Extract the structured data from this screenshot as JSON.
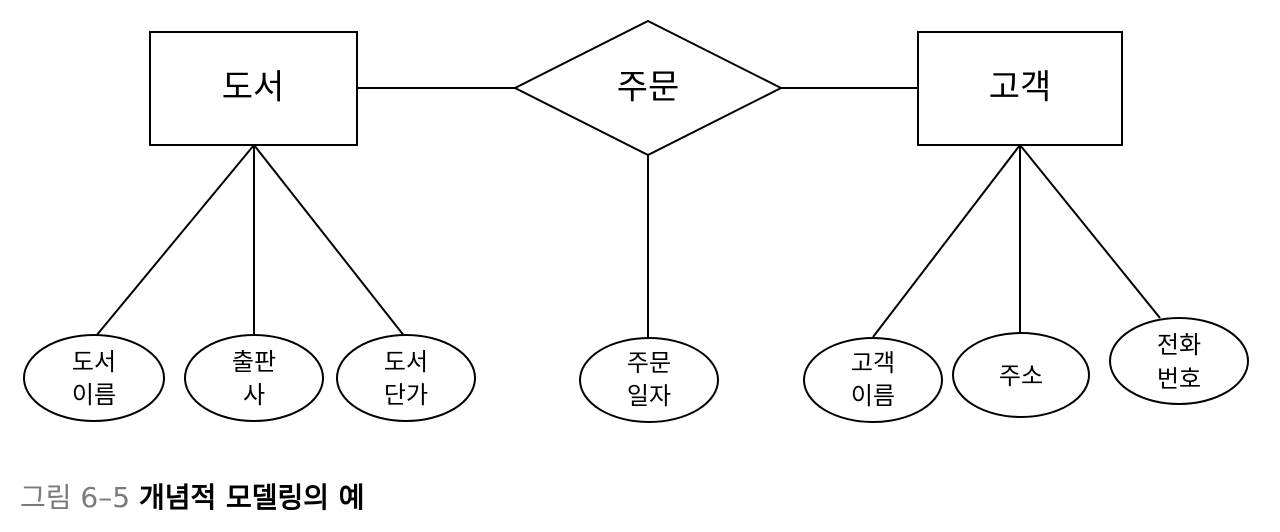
{
  "diagram": {
    "type": "ER diagram",
    "entities": [
      {
        "id": "book",
        "label": "도서"
      },
      {
        "id": "customer",
        "label": "고객"
      }
    ],
    "relationships": [
      {
        "id": "order",
        "label": "주문",
        "connects": [
          "book",
          "customer"
        ]
      }
    ],
    "attributes": [
      {
        "id": "book-name",
        "owner": "book",
        "lines": [
          "도서",
          "이름"
        ]
      },
      {
        "id": "publisher",
        "owner": "book",
        "lines": [
          "출판",
          "사"
        ]
      },
      {
        "id": "book-price",
        "owner": "book",
        "lines": [
          "도서",
          "단가"
        ]
      },
      {
        "id": "order-date",
        "owner": "order",
        "lines": [
          "주문",
          "일자"
        ]
      },
      {
        "id": "customer-name",
        "owner": "customer",
        "lines": [
          "고객",
          "이름"
        ]
      },
      {
        "id": "address",
        "owner": "customer",
        "lines": [
          "주소"
        ]
      },
      {
        "id": "phone",
        "owner": "customer",
        "lines": [
          "전화",
          "번호"
        ]
      }
    ]
  },
  "caption": {
    "number": "그림 6–5",
    "title": "개념적 모델링의 예"
  }
}
